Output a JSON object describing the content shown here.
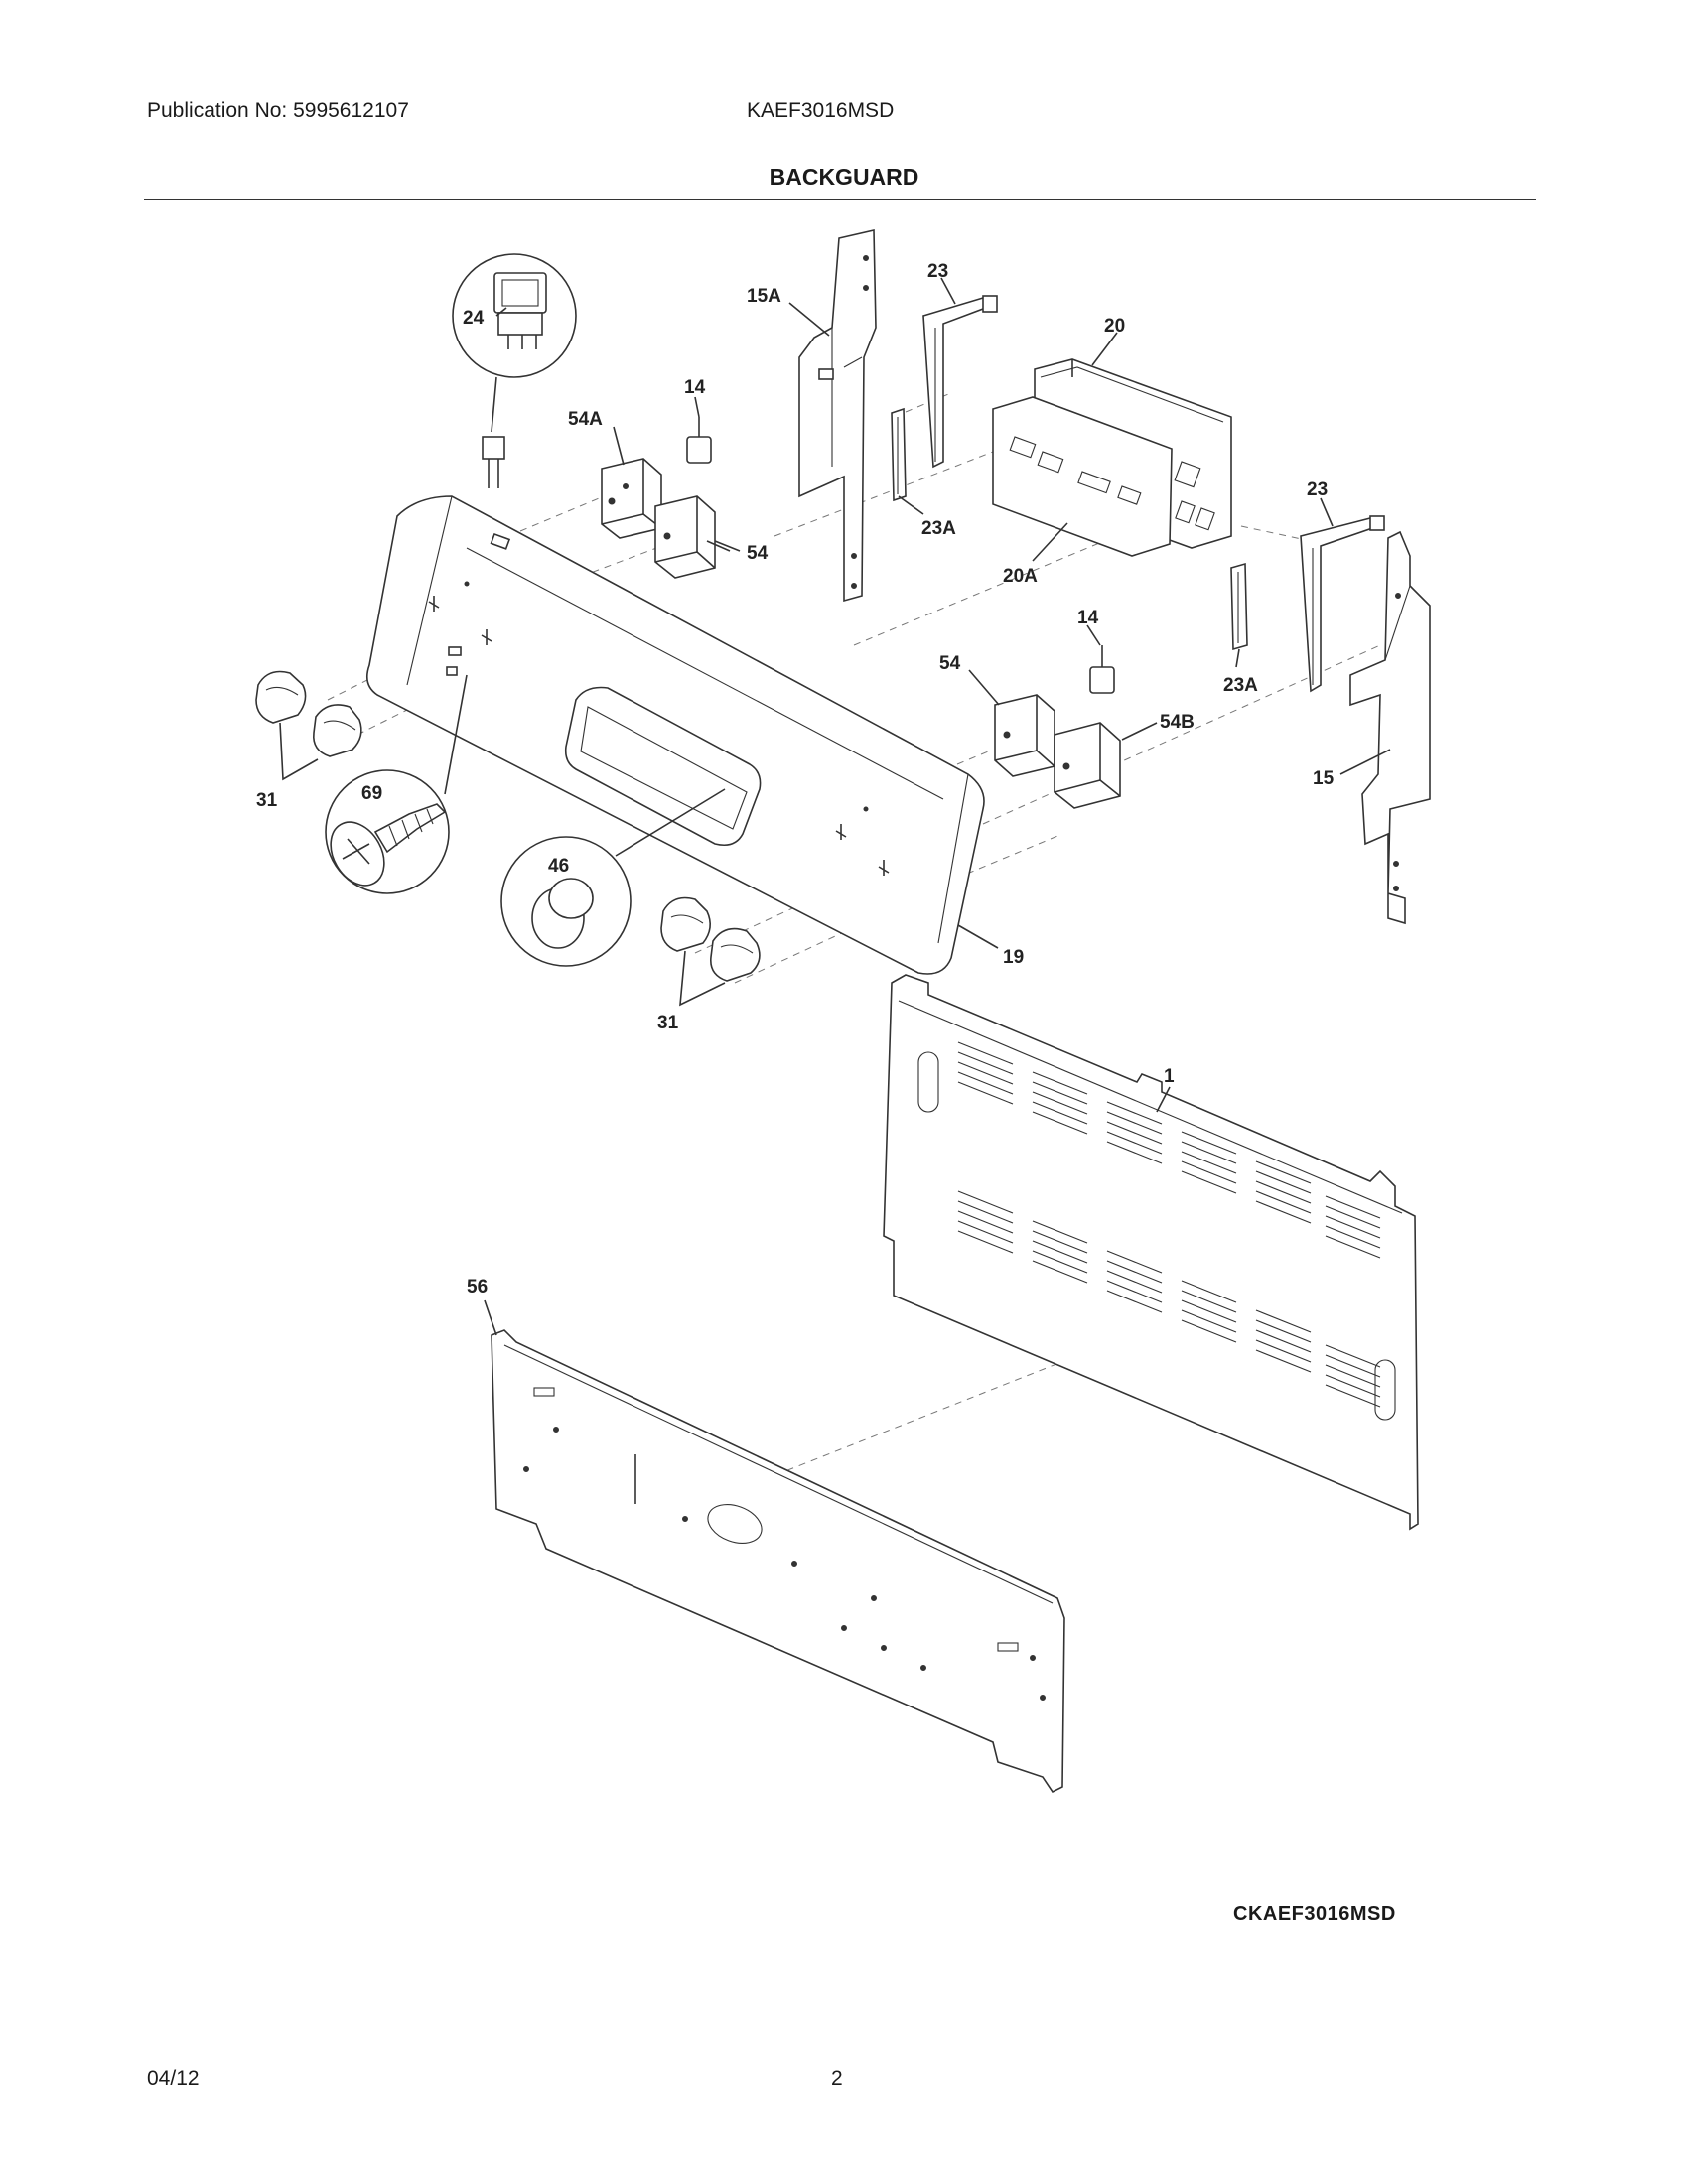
{
  "header": {
    "publication": "Publication No: 5995612107",
    "model": "KAEF3016MSD",
    "title": "BACKGUARD"
  },
  "callouts": {
    "c24": "24",
    "c15A": "15A",
    "c23a": "23",
    "c20": "20",
    "c14a": "14",
    "c54A": "54A",
    "c54a": "54",
    "c23Aa": "23A",
    "c20A": "20A",
    "c23b": "23",
    "c14b": "14",
    "c54b": "54",
    "c54B": "54B",
    "c23Ab": "23A",
    "c15": "15",
    "c31a": "31",
    "c69": "69",
    "c46": "46",
    "c19": "19",
    "c31b": "31",
    "c1": "1",
    "c56": "56"
  },
  "drawing_id": "CKAEF3016MSD",
  "footer": {
    "date": "04/12",
    "page": "2"
  }
}
